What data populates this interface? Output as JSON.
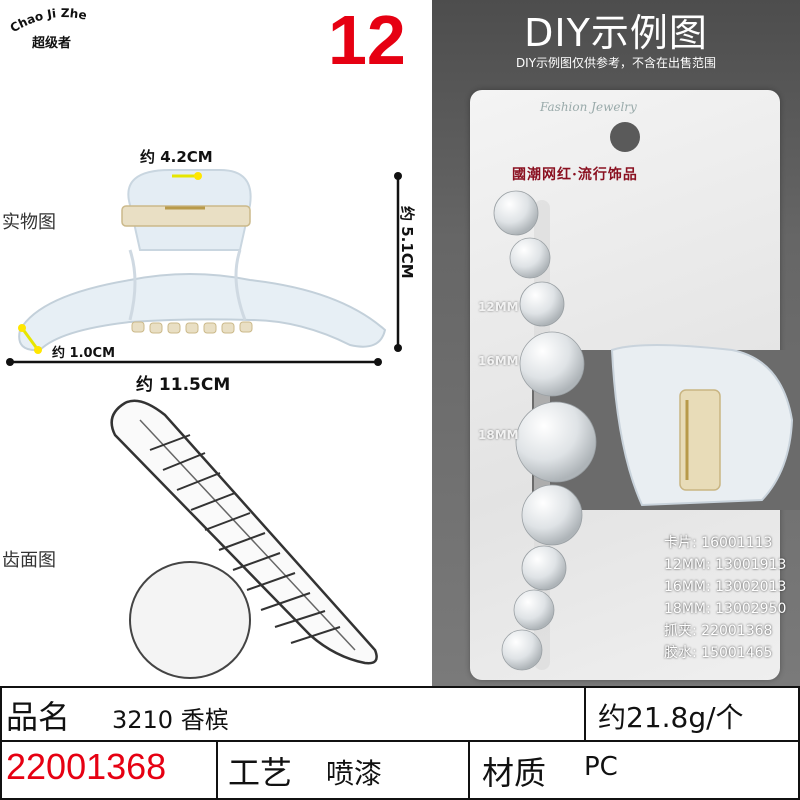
{
  "brand": {
    "name_en": "Chao Ji Zhe",
    "name_cn": "超级者"
  },
  "item_number": "12",
  "left_panel": {
    "real_view_label": "实物图",
    "teeth_view_label": "齿面图",
    "dimensions": {
      "top_width": "约 4.2CM",
      "height": "约 5.1CM",
      "thickness": "约 1.0CM",
      "length": "约 11.5CM"
    }
  },
  "right_panel": {
    "title": "DIY示例图",
    "note": "DIY示例图仅供参考，不含在出售范围",
    "card_script": "Fashion Jewelry",
    "card_slogan": "國潮网红·流行饰品",
    "pearl_labels": [
      "12MM",
      "16MM",
      "18MM"
    ],
    "codes": [
      "卡片: 16001113",
      "12MM: 13001913",
      "16MM: 13002013",
      "18MM: 13002950",
      "抓夹: 22001368",
      "胶水: 15001465"
    ]
  },
  "table": {
    "name_label": "品名",
    "name_value": "3210 香槟",
    "weight": "约21.8g/个",
    "code": "22001368",
    "craft_label": "工艺",
    "craft_value": "喷漆",
    "material_label": "材质",
    "material_value": "PC"
  },
  "colors": {
    "accent_red": "#e60012",
    "panel_grey": "#666666"
  }
}
